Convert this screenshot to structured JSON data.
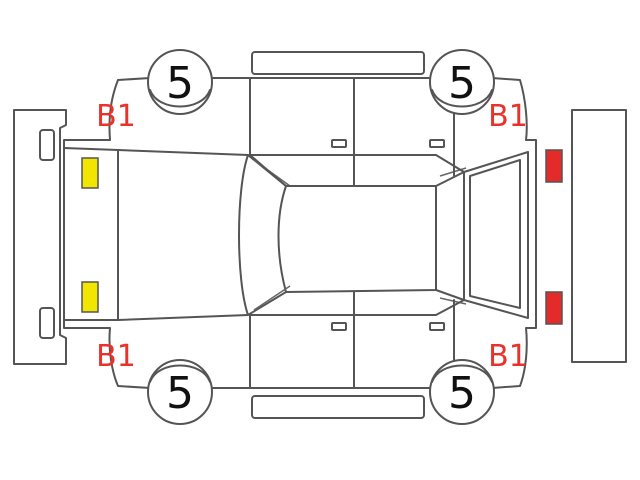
{
  "colors": {
    "line": "#555555",
    "mark_text": "#e8322a",
    "front_lamp": "#f2e600",
    "rear_lamp": "#e52a2a"
  },
  "wheels": {
    "front_left": "5",
    "rear_left": "5",
    "front_right": "5",
    "rear_right": "5"
  },
  "marks": {
    "front_left": "B1",
    "rear_left": "B1",
    "front_right": "B1",
    "rear_right": "B1"
  }
}
